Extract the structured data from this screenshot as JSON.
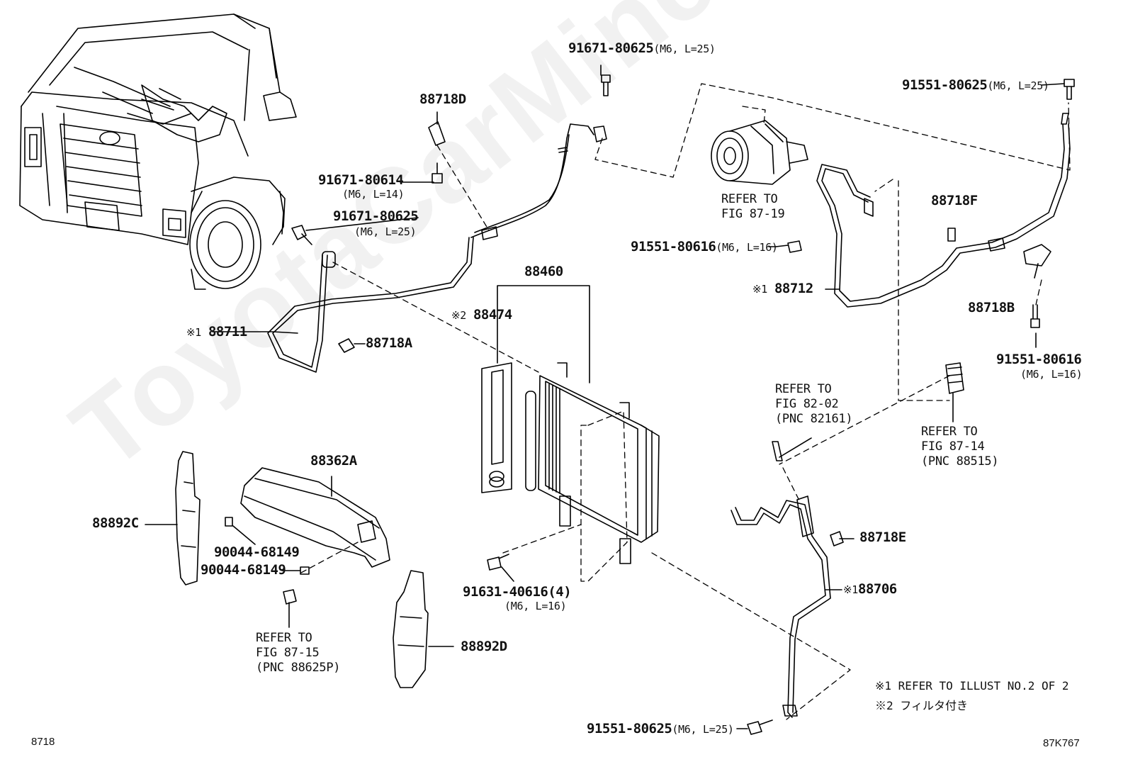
{
  "labels": {
    "bolt_top_center": "91671-80625",
    "bolt_top_center_spec": "(M6, L=25)",
    "clamp_d": "88718D",
    "bolt_80614": "91671-80614",
    "bolt_80614_spec": "(M6, L=14)",
    "bolt_80625_left": "91671-80625",
    "bolt_80625_left_spec": "(M6, L=25)",
    "hose_88711_mark": "※1",
    "hose_88711": "88711",
    "clamp_a": "88718A",
    "condenser": "88460",
    "filter_mark": "※2",
    "filter": "88474",
    "compressor_ref_1": "REFER TO",
    "compressor_ref_2": "FIG 87-19",
    "bolt_top_right": "91551-80625",
    "bolt_top_right_spec": "(M6, L=25)",
    "clamp_f": "88718F",
    "bolt_80616_mid": "91551-80616",
    "bolt_80616_mid_spec": "(M6, L=16)",
    "hose_88712_mark": "※1",
    "hose_88712": "88712",
    "clamp_b": "88718B",
    "bolt_80616_right": "91551-80616",
    "bolt_80616_right_spec": "(M6, L=16)",
    "sensor_ref_1": "REFER TO",
    "sensor_ref_2": "FIG 82-02",
    "sensor_ref_3": "(PNC 82161)",
    "switch_ref_1": "REFER TO",
    "switch_ref_2": "FIG 87-14",
    "switch_ref_3": "(PNC 88515)",
    "clamp_e": "88718E",
    "tube_88706_mark": "※1",
    "tube_88706": "88706",
    "seal_88362a": "88362A",
    "seal_88892c": "88892C",
    "clip_68149_a": "90044-68149",
    "clip_68149_b": "90044-68149",
    "grommet_ref_1": "REFER TO",
    "grommet_ref_2": "FIG 87-15",
    "grommet_ref_3": "(PNC 88625P)",
    "seal_88892d": "88892D",
    "bolt_40616": "91631-40616(4)",
    "bolt_40616_spec": "(M6, L=16)",
    "bolt_bottom": "91551-80625",
    "bolt_bottom_spec": "(M6, L=25)"
  },
  "notes": {
    "note1": "※1  REFER TO ILLUST NO.2 OF 2",
    "note2": "※2  フィルタ付き"
  },
  "corner": {
    "left": "8718",
    "right": "87K767"
  },
  "watermark": "ToyotaCarMine.ru"
}
